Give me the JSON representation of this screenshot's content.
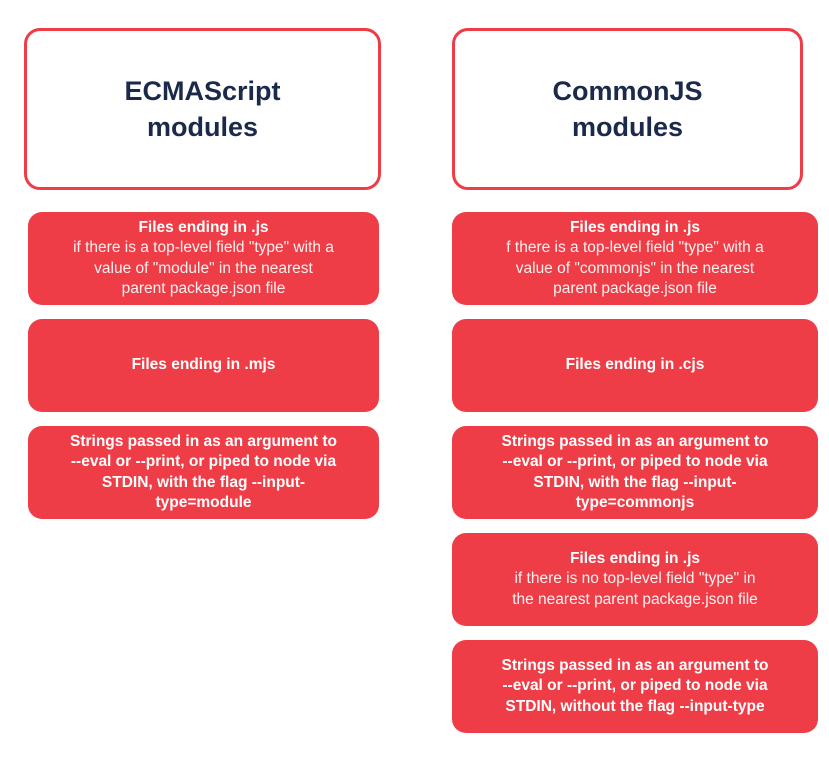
{
  "colors": {
    "accent_red": "#ee3d46",
    "heading_navy": "#1b2a4b",
    "card_text": "#ffffff",
    "background": "#ffffff"
  },
  "columns": [
    {
      "id": "esm",
      "header": {
        "title": "ECMAScript\nmodules"
      },
      "boxes": [
        {
          "title": "Files ending in .js",
          "body": "if there is a top-level field \"type\" with a\nvalue of \"module\" in the nearest\nparent package.json file"
        },
        {
          "title": "Files ending in .mjs"
        },
        {
          "title": "Strings passed in as an argument to\n--eval or --print, or piped to node via\nSTDIN, with the flag --input-\ntype=module"
        }
      ]
    },
    {
      "id": "cjs",
      "header": {
        "title": "CommonJS\nmodules"
      },
      "boxes": [
        {
          "title": "Files ending in .js",
          "body": "f there is a top-level field \"type\" with a\nvalue of \"commonjs\" in the nearest\nparent package.json file"
        },
        {
          "title": "Files ending in .cjs"
        },
        {
          "title": "Strings passed in as an argument to\n--eval or --print, or piped to node via\nSTDIN, with the flag --input-\ntype=commonjs"
        },
        {
          "title": "Files ending in .js",
          "body": "if there is no top-level field \"type\" in\nthe nearest parent package.json file"
        },
        {
          "title": "Strings passed in as an argument to\n--eval or --print, or piped to node via\nSTDIN, without the flag --input-type"
        }
      ]
    }
  ]
}
